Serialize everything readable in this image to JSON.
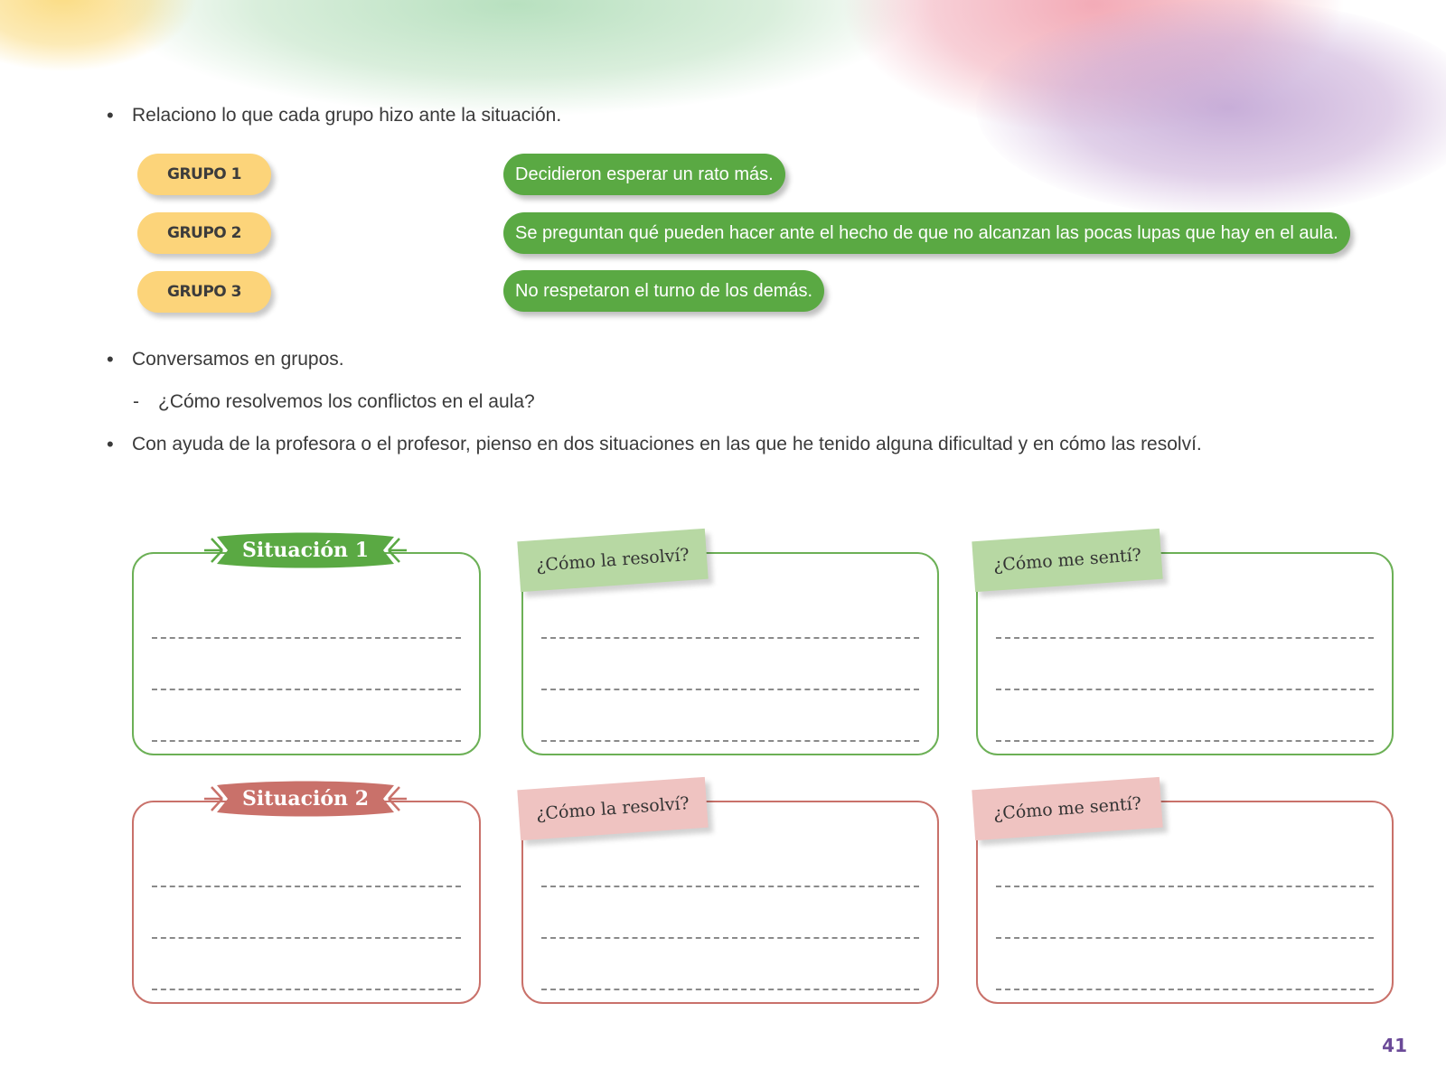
{
  "bullets": {
    "relate": "Relaciono lo que cada grupo hizo ante la situación.",
    "converse": "Conversamos en grupos.",
    "converse_question": "¿Cómo resolvemos los conflictos en el aula?",
    "reflect": "Con ayuda de la profesora o el profesor, pienso en dos situaciones en las que he tenido alguna dificultad y en cómo las resolví."
  },
  "groups": [
    "GRUPO 1",
    "GRUPO 2",
    "GRUPO 3"
  ],
  "actions": [
    "Decidieron esperar un rato más.",
    "Se preguntan qué pueden hacer ante el hecho de que no alcanzan las pocas lupas que hay en el aula.",
    "No respetaron el turno de los demás."
  ],
  "situations": [
    {
      "label": "Situación 1",
      "resolved": "¿Cómo la resolví?",
      "felt": "¿Cómo me sentí?"
    },
    {
      "label": "Situación 2",
      "resolved": "¿Cómo la resolví?",
      "felt": "¿Cómo me sentí?"
    }
  ],
  "colors": {
    "group_pill": "#fcd47a",
    "action_pill": "#5aa943",
    "situation1": "#5aa943",
    "situation2": "#c9716a",
    "note1": "#b7d8a3",
    "note2": "#efc3c1",
    "page_number": "#6b4a98"
  },
  "page_number": "41"
}
